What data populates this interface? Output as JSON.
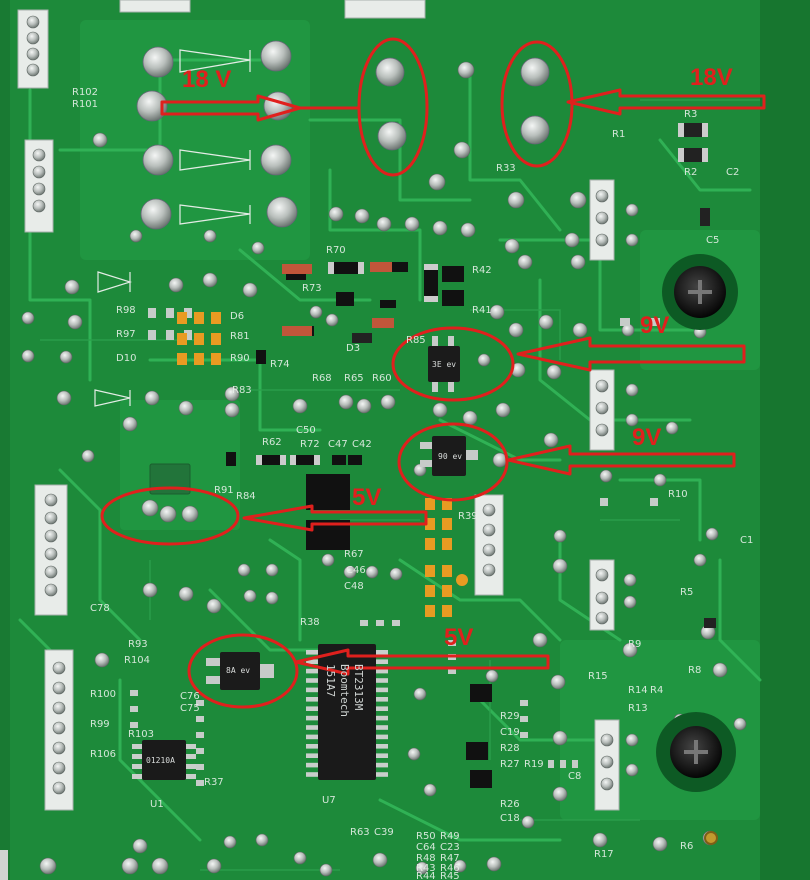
{
  "annotations": {
    "label_18v_left": "18 V",
    "label_18v_right": "18V",
    "label_9v_upper": "9V",
    "label_9v_lower": "9V",
    "label_5v_middle": "5V",
    "label_5v_lower": "5V",
    "annotation_color": "#e0201d"
  },
  "board": {
    "pcb_color": "#1d8a3a",
    "trace_color": "#2eaa52",
    "silk_color": "#e8f1ea",
    "main_ic_line1": "BT2313M",
    "main_ic_line2": "Boomtech",
    "main_ic_line3": "151A7",
    "reg_upper_marking": "3E ev",
    "reg_middle_marking": "90 ev",
    "reg_lower_marking": "8A ev",
    "small_ic_marking": "01210A",
    "silk_labels": {
      "r70": "R70",
      "r73": "R73",
      "r74": "R74",
      "r42": "R42",
      "r41": "R41",
      "r68": "R68",
      "r65": "R65",
      "r60": "R60",
      "r62": "R62",
      "r72": "R72",
      "c47": "C47",
      "c42": "C42",
      "c50": "C50",
      "r10": "R10",
      "r1": "R1",
      "r2": "R2",
      "r3": "R3",
      "r93": "R93",
      "r104": "R104",
      "r103": "R103",
      "r100": "R100",
      "r99": "R99",
      "r106": "R106",
      "r29": "R29",
      "c19": "C19",
      "r28": "R28",
      "r27": "R27",
      "r26": "R26",
      "c18": "C18",
      "r63": "R63",
      "c39": "C39",
      "r50": "R50",
      "r49": "R49",
      "c64": "C64",
      "c23": "C23",
      "r48": "R48",
      "r47": "R47",
      "r43": "R43",
      "r46": "R46",
      "r44": "R44",
      "r45": "R45",
      "r17": "R17",
      "r6": "R6",
      "r9": "R9",
      "r5": "R5",
      "r4": "R4",
      "r8": "R8",
      "r15": "R15",
      "r14": "R14",
      "r13": "R13",
      "u1": "U1",
      "u7": "U7",
      "c1": "C1",
      "c2": "C2",
      "c5": "C5",
      "d3": "D3",
      "r101": "R101",
      "r102": "R102",
      "r19": "R19",
      "c8": "C8",
      "r85": "R85",
      "r98": "R98",
      "r97": "R97",
      "d10": "D10",
      "r90": "R90",
      "r81": "R81",
      "r91": "R91",
      "d6": "D6",
      "r83": "R83",
      "r84": "R84",
      "c48": "C48",
      "c46": "C46",
      "r67": "R67",
      "r39": "R39",
      "c78": "C78",
      "c75": "C75",
      "c76": "C76",
      "r38": "R38",
      "r37": "R37",
      "r33": "R33"
    }
  }
}
